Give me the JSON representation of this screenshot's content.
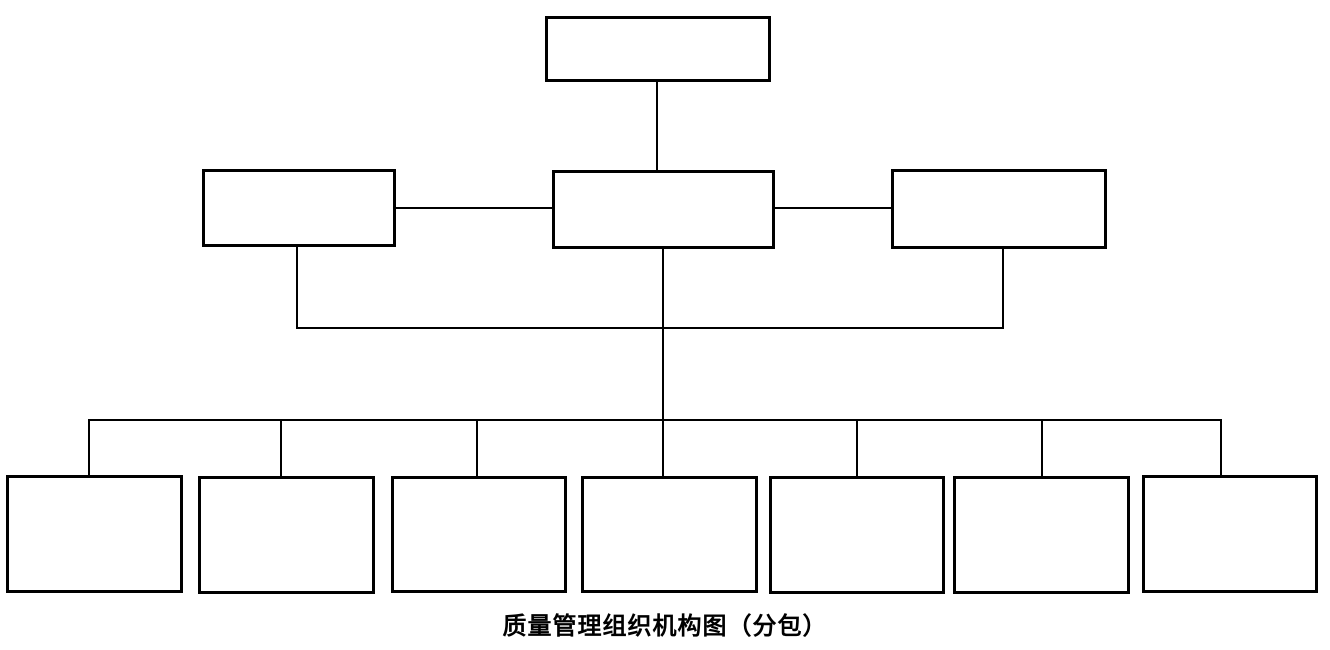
{
  "diagram": {
    "type": "org-chart",
    "caption": "质量管理组织机构图（分包）",
    "colors": {
      "line": "#000000",
      "box_border": "#000000",
      "background": "#ffffff",
      "text": "#000000"
    },
    "nodes": {
      "top": {
        "id": "top",
        "label": ""
      },
      "row2": [
        {
          "id": "row2-left",
          "label": ""
        },
        {
          "id": "row2-center",
          "label": ""
        },
        {
          "id": "row2-right",
          "label": ""
        }
      ],
      "row3": [
        {
          "id": "row3-1",
          "label": ""
        },
        {
          "id": "row3-2",
          "label": ""
        },
        {
          "id": "row3-3",
          "label": ""
        },
        {
          "id": "row3-4",
          "label": ""
        },
        {
          "id": "row3-5",
          "label": ""
        },
        {
          "id": "row3-6",
          "label": ""
        },
        {
          "id": "row3-7",
          "label": ""
        }
      ]
    },
    "edges": [
      {
        "from": "top",
        "to": "row2-center"
      },
      {
        "from": "row2-left",
        "to": "row2-center"
      },
      {
        "from": "row2-center",
        "to": "row2-right"
      },
      {
        "from": "row2-left",
        "to": "u-bus"
      },
      {
        "from": "row2-right",
        "to": "u-bus"
      },
      {
        "from": "row2-center",
        "to": "distribution-bus"
      },
      {
        "from": "distribution-bus",
        "to": "row3-1"
      },
      {
        "from": "distribution-bus",
        "to": "row3-2"
      },
      {
        "from": "distribution-bus",
        "to": "row3-3"
      },
      {
        "from": "distribution-bus",
        "to": "row3-4"
      },
      {
        "from": "distribution-bus",
        "to": "row3-5"
      },
      {
        "from": "distribution-bus",
        "to": "row3-6"
      },
      {
        "from": "distribution-bus",
        "to": "row3-7"
      }
    ]
  }
}
